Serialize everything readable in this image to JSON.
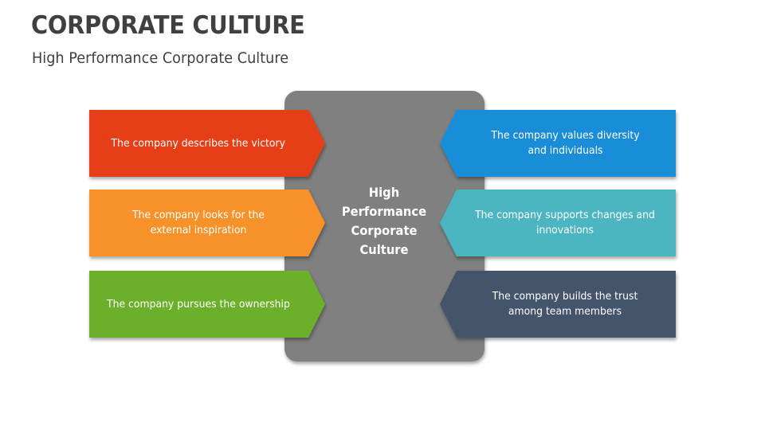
{
  "header": {
    "title": "CORPORATE CULTURE",
    "subtitle": "High Performance Corporate Culture"
  },
  "center": {
    "label": "High Performance Corporate Culture",
    "color": "#808080"
  },
  "left_items": [
    {
      "label": "The company describes the victory",
      "color": "#E63E16"
    },
    {
      "label": "The company looks for the external inspiration",
      "color": "#F7922A"
    },
    {
      "label": "The company pursues the ownership",
      "color": "#6BAF2A"
    }
  ],
  "right_items": [
    {
      "label": "The company values diversity and individuals",
      "color": "#1A8DD8"
    },
    {
      "label": "The company supports changes and innovations",
      "color": "#4BB5C1"
    },
    {
      "label": "The company builds the trust among team members",
      "color": "#44546A"
    }
  ]
}
